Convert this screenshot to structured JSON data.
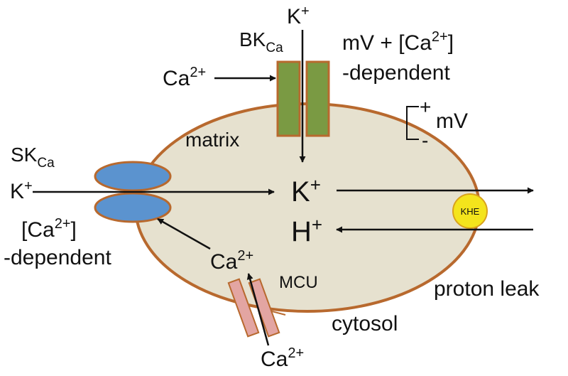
{
  "colors": {
    "membrane": "#b8692e",
    "matrix_fill": "#e6e1cf",
    "bk_channel": "#7a9a43",
    "bk_stroke": "#b8692e",
    "sk_channel": "#5b93cf",
    "sk_stroke": "#b8692e",
    "khe_fill": "#f4e41c",
    "khe_stroke": "#d9a21c",
    "mcu_fill": "#e3a5a2",
    "mcu_stroke": "#b8692e",
    "arrow": "#111111"
  },
  "labels": {
    "k_top": "K",
    "k_top_sup": "+",
    "bk": "BK",
    "bk_sub": "Ca",
    "ca_in_bk": "Ca",
    "ca_in_bk_sup": "2+",
    "bk_dep_line1_a": "mV + [Ca",
    "bk_dep_line1_sup": "2+",
    "bk_dep_line1_b": "]",
    "bk_dep_line2": "-dependent",
    "mv_plus": "+",
    "mv": "mV",
    "mv_minus": "-",
    "matrix": "matrix",
    "sk": "SK",
    "sk_sub": "Ca",
    "k_left": "K",
    "k_left_sup": "+",
    "sk_dep_line1_a": "[Ca",
    "sk_dep_line1_sup": "2+",
    "sk_dep_line1_b": "]",
    "sk_dep_line2": "-dependent",
    "k_matrix": "K",
    "k_matrix_sup": "+",
    "h_matrix": "H",
    "h_matrix_sup": "+",
    "khe": "KHE",
    "ca_matrix": "Ca",
    "ca_matrix_sup": "2+",
    "mcu": "MCU",
    "proton_leak": "proton leak",
    "cytosol": "cytosol",
    "ca_bottom": "Ca",
    "ca_bottom_sup": "2+"
  }
}
